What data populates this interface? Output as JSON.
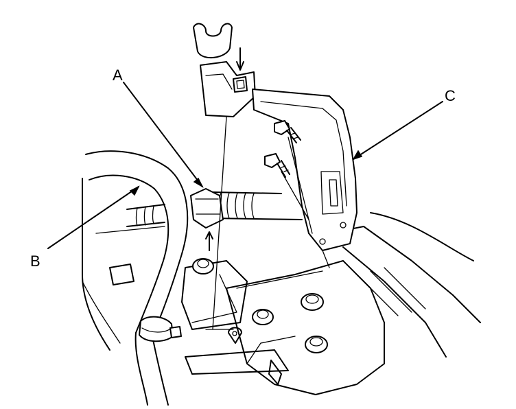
{
  "diagram": {
    "callouts": [
      {
        "id": "A",
        "text": "A"
      },
      {
        "id": "B",
        "text": "B"
      },
      {
        "id": "C",
        "text": "C"
      }
    ]
  }
}
